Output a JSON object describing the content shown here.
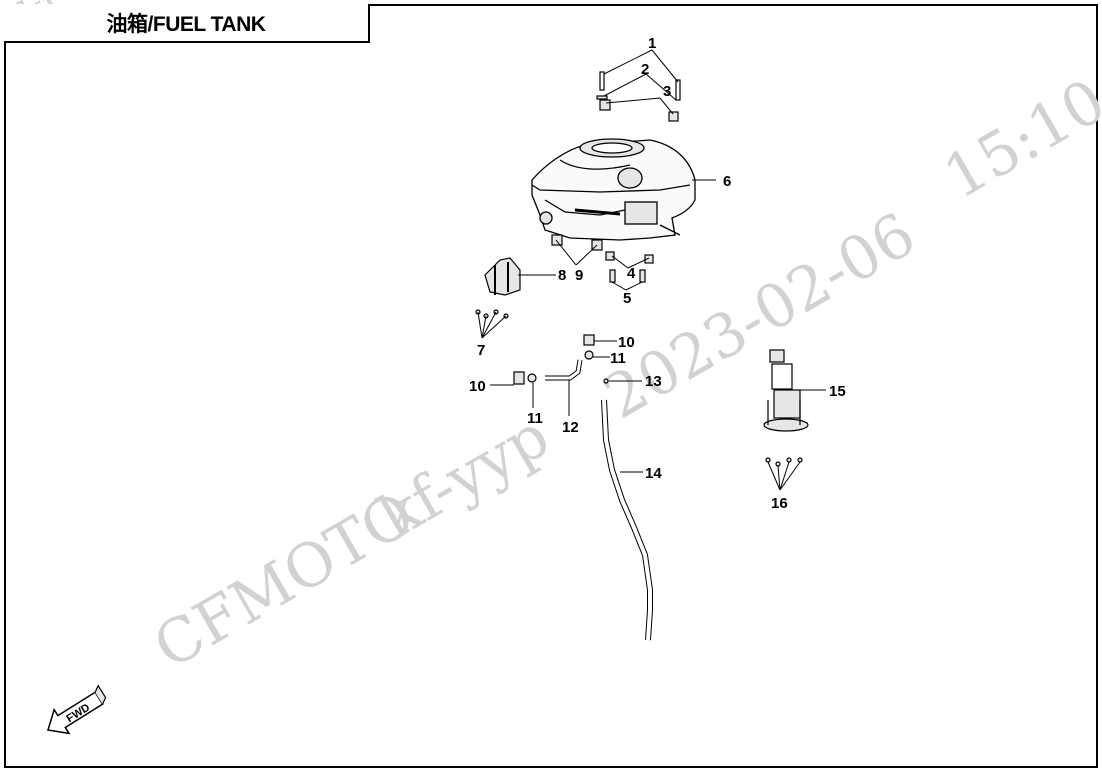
{
  "title": "油箱/FUEL TANK",
  "callouts": [
    "1",
    "2",
    "3",
    "4",
    "5",
    "6",
    "7",
    "8",
    "9",
    "10",
    "11",
    "12",
    "13",
    "14",
    "15",
    "16"
  ],
  "fwd_label": "FWD",
  "watermark": {
    "top_left": "kf",
    "brand": "CFMOTO",
    "user": "kf-yyp",
    "date": "2023-02-06",
    "time": "15:10"
  },
  "colors": {
    "line": "#000000",
    "watermark": "#d2d2d2",
    "part_fill": "#e6e6e6"
  }
}
